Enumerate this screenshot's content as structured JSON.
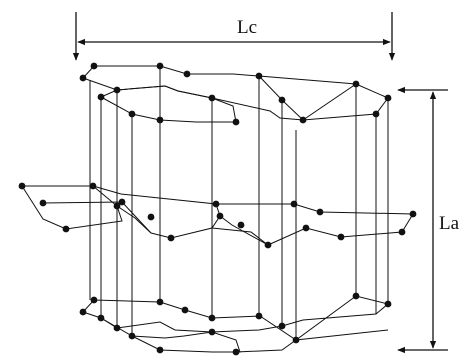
{
  "labels": {
    "lc": "Lc",
    "la": "La"
  },
  "colors": {
    "line": "#111111",
    "atom": "#111111",
    "background": "#ffffff"
  },
  "layers": [
    {
      "name": "upper-graphite-layer",
      "sheets": 2
    },
    {
      "name": "middle-graphite-layer",
      "sheets": 2
    },
    {
      "name": "lower-graphite-layer",
      "sheets": 2
    }
  ]
}
